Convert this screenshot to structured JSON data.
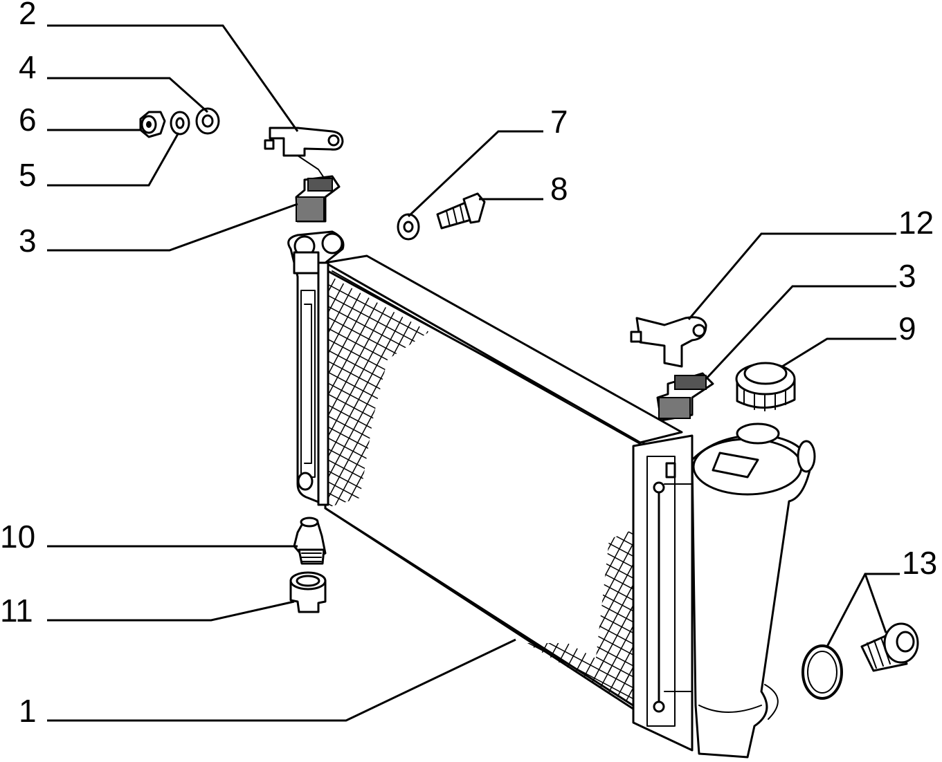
{
  "callouts": [
    {
      "key": "c2",
      "label": "2"
    },
    {
      "key": "c4",
      "label": "4"
    },
    {
      "key": "c6",
      "label": "6"
    },
    {
      "key": "c5",
      "label": "5"
    },
    {
      "key": "c3a",
      "label": "3"
    },
    {
      "key": "c7",
      "label": "7"
    },
    {
      "key": "c8",
      "label": "8"
    },
    {
      "key": "c12",
      "label": "12"
    },
    {
      "key": "c3b",
      "label": "3"
    },
    {
      "key": "c9",
      "label": "9"
    },
    {
      "key": "c10",
      "label": "10"
    },
    {
      "key": "c11",
      "label": "11"
    },
    {
      "key": "c13",
      "label": "13"
    },
    {
      "key": "c1",
      "label": "1"
    }
  ]
}
